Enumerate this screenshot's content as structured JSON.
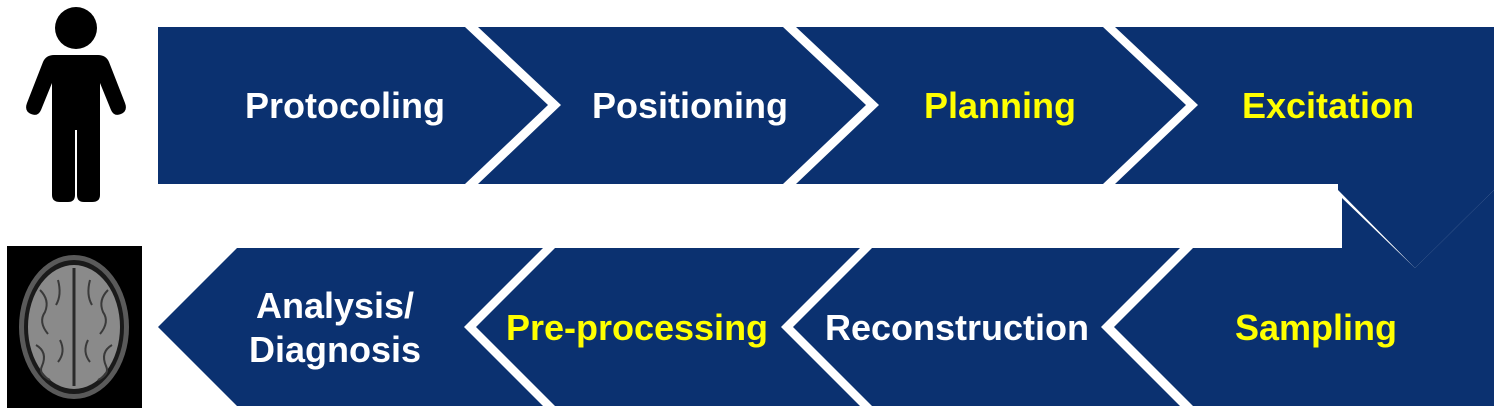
{
  "colors": {
    "arrow_fill": "#0b3170",
    "white_text": "#ffffff",
    "highlight_text": "#ffff00",
    "background": "#ffffff",
    "scan_background": "#000000"
  },
  "icons": {
    "person": "person-icon",
    "brain_scan": "brain-mri-image"
  },
  "top_row": [
    {
      "label": "Protocoling",
      "highlight": false
    },
    {
      "label": "Positioning",
      "highlight": false
    },
    {
      "label": "Planning",
      "highlight": true
    },
    {
      "label": "Excitation",
      "highlight": true
    }
  ],
  "bottom_row": [
    {
      "label": "Sampling",
      "highlight": true
    },
    {
      "label": "Reconstruction",
      "highlight": false
    },
    {
      "label": "Pre-processing",
      "highlight": true
    },
    {
      "label_lines": [
        "Analysis/",
        "Diagnosis"
      ],
      "highlight": false
    }
  ]
}
